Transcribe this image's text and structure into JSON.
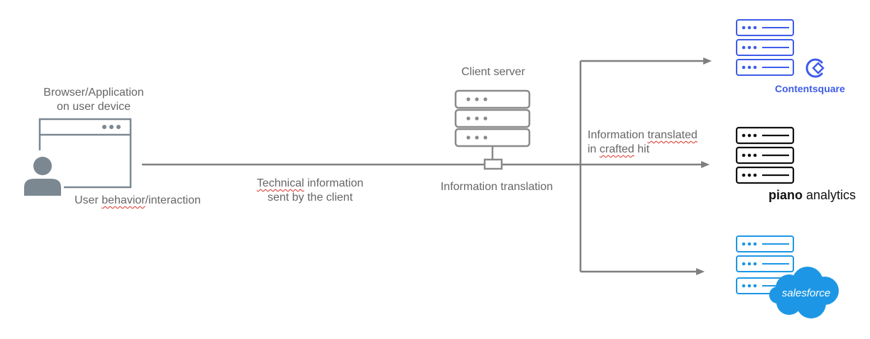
{
  "source": {
    "title_line1": "Browser/Application",
    "title_line2": "on user device",
    "caption_part1": "User ",
    "caption_part2": "behavior",
    "caption_part3": "/interaction"
  },
  "flow": {
    "technical_part1": "Technical",
    "technical_part2": " information",
    "technical_line2": "sent by the client"
  },
  "server": {
    "title": "Client server",
    "caption": "Information translation"
  },
  "hit": {
    "line1_part1": "Information ",
    "line1_part2": "translated",
    "line2_part1": "in ",
    "line2_part2": "crafted",
    "line2_part3": " hit"
  },
  "destinations": [
    {
      "name": "Contentsquare",
      "color": "#3e5ce9"
    },
    {
      "name_part1": "piano",
      "name_part2": " analytics",
      "color": "#111111"
    },
    {
      "name": "salesforce",
      "color": "#1d97e5"
    }
  ],
  "colors": {
    "arrow": "#7f7f7f",
    "icon": "#7b8891",
    "server": "#8a8a8a",
    "label": "#666666"
  }
}
